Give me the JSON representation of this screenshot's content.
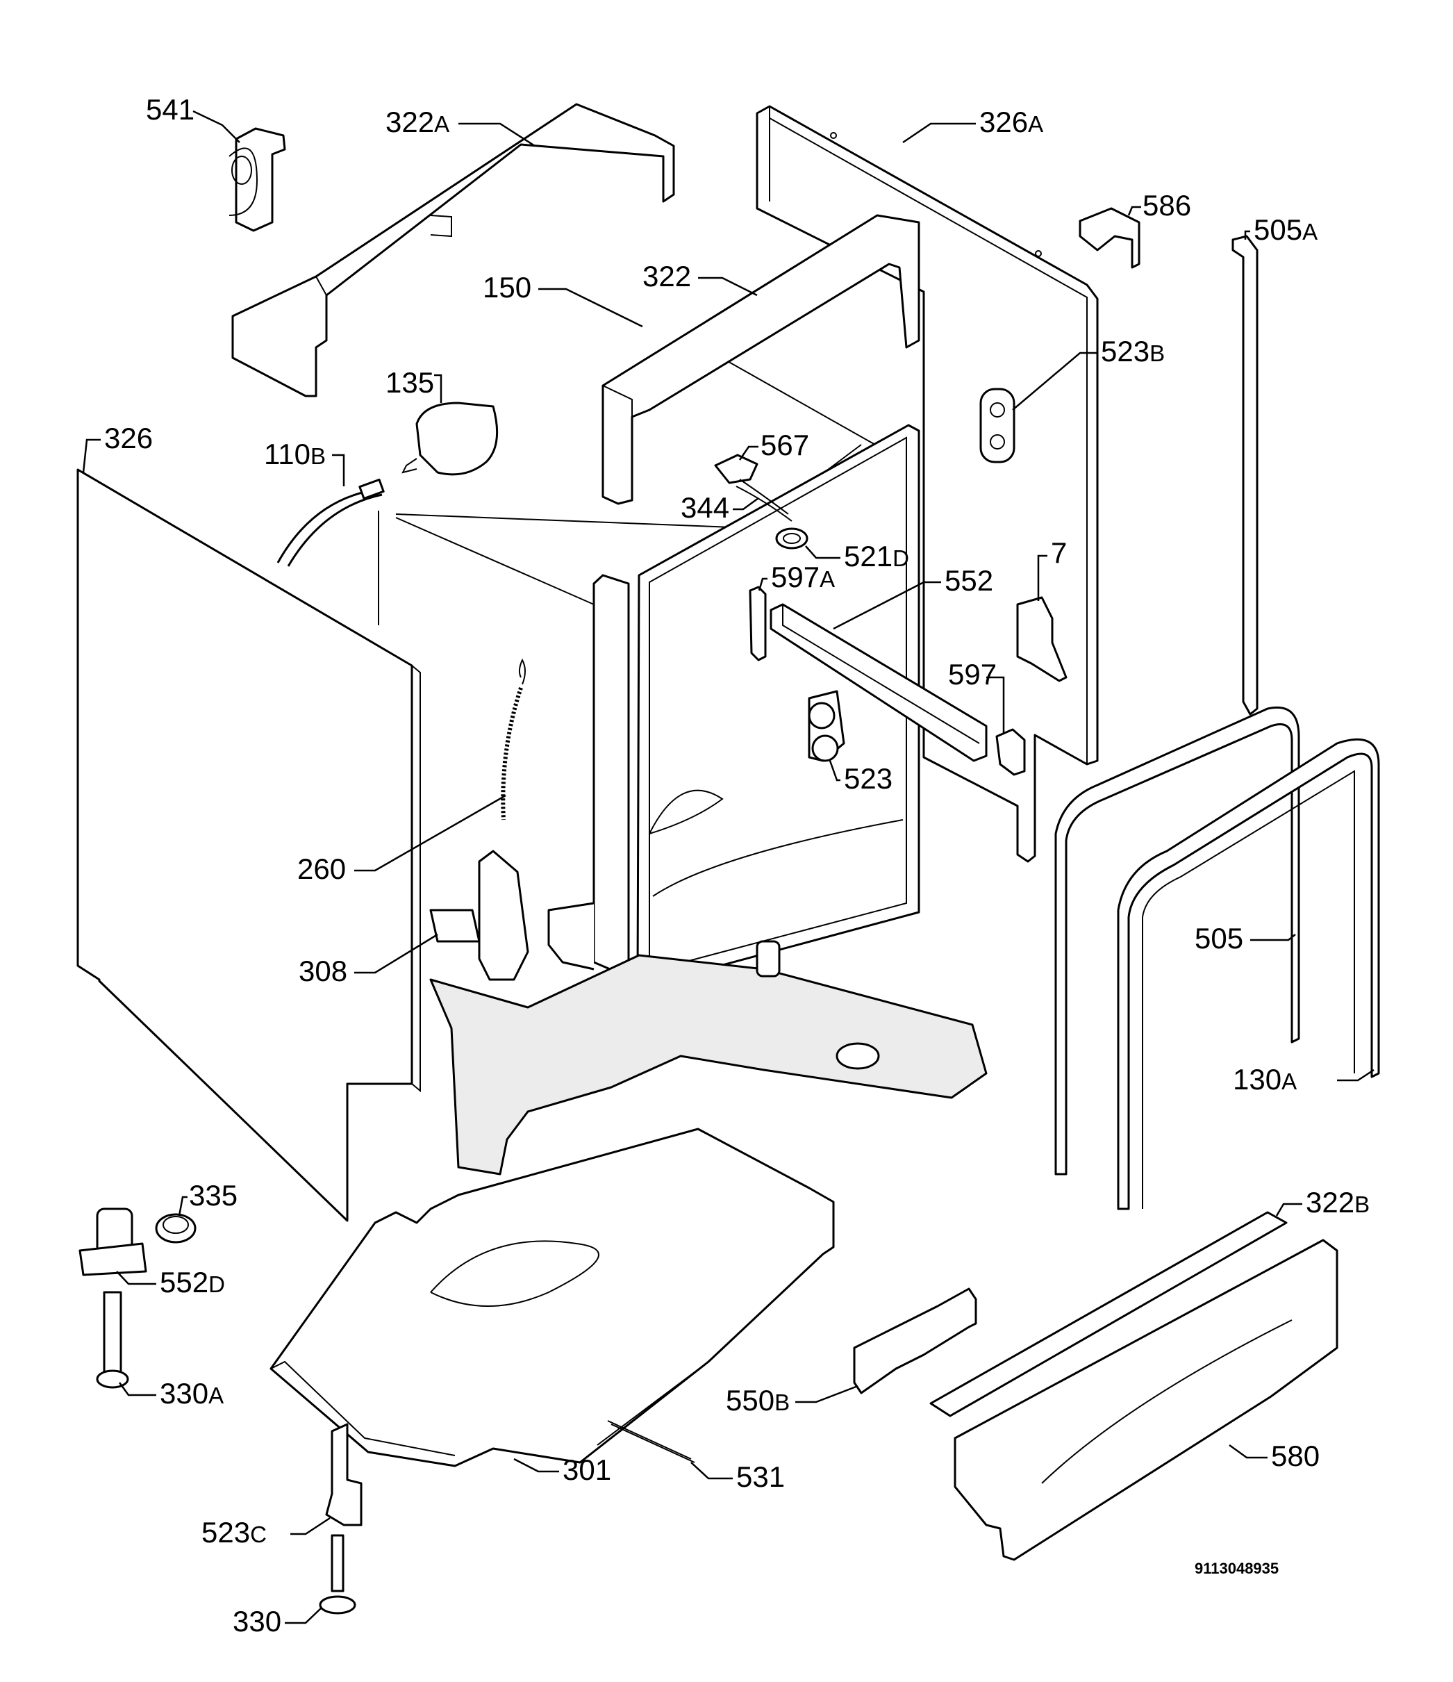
{
  "diagram": {
    "document_number": "9113048935",
    "colors": {
      "line": "#000000",
      "fill": "#ffffff",
      "shade": "#ececec"
    },
    "callouts": [
      {
        "id": "c541",
        "num": "541",
        "suffix": ""
      },
      {
        "id": "c322a",
        "num": "322",
        "suffix": "A"
      },
      {
        "id": "c326a",
        "num": "326",
        "suffix": "A"
      },
      {
        "id": "c586",
        "num": "586",
        "suffix": ""
      },
      {
        "id": "c505a",
        "num": "505",
        "suffix": "A"
      },
      {
        "id": "c150",
        "num": "150",
        "suffix": ""
      },
      {
        "id": "c322",
        "num": "322",
        "suffix": ""
      },
      {
        "id": "c523b",
        "num": "523",
        "suffix": "B"
      },
      {
        "id": "c135",
        "num": "135",
        "suffix": ""
      },
      {
        "id": "c326",
        "num": "326",
        "suffix": ""
      },
      {
        "id": "c110b",
        "num": "110",
        "suffix": "B"
      },
      {
        "id": "c567",
        "num": "567",
        "suffix": ""
      },
      {
        "id": "c344",
        "num": "344",
        "suffix": ""
      },
      {
        "id": "c521d",
        "num": "521",
        "suffix": "D"
      },
      {
        "id": "c7",
        "num": "7",
        "suffix": ""
      },
      {
        "id": "c597a",
        "num": "597",
        "suffix": "A"
      },
      {
        "id": "c552",
        "num": "552",
        "suffix": ""
      },
      {
        "id": "c597",
        "num": "597",
        "suffix": ""
      },
      {
        "id": "c523",
        "num": "523",
        "suffix": ""
      },
      {
        "id": "c260",
        "num": "260",
        "suffix": ""
      },
      {
        "id": "c308",
        "num": "308",
        "suffix": ""
      },
      {
        "id": "c505",
        "num": "505",
        "suffix": ""
      },
      {
        "id": "c130a",
        "num": "130",
        "suffix": "A"
      },
      {
        "id": "c335",
        "num": "335",
        "suffix": ""
      },
      {
        "id": "c552d",
        "num": "552",
        "suffix": "D"
      },
      {
        "id": "c322b",
        "num": "322",
        "suffix": "B"
      },
      {
        "id": "c330a",
        "num": "330",
        "suffix": "A"
      },
      {
        "id": "c550b",
        "num": "550",
        "suffix": "B"
      },
      {
        "id": "c301",
        "num": "301",
        "suffix": ""
      },
      {
        "id": "c531",
        "num": "531",
        "suffix": ""
      },
      {
        "id": "c580",
        "num": "580",
        "suffix": ""
      },
      {
        "id": "c523c",
        "num": "523",
        "suffix": "C"
      },
      {
        "id": "c330",
        "num": "330",
        "suffix": ""
      }
    ]
  }
}
